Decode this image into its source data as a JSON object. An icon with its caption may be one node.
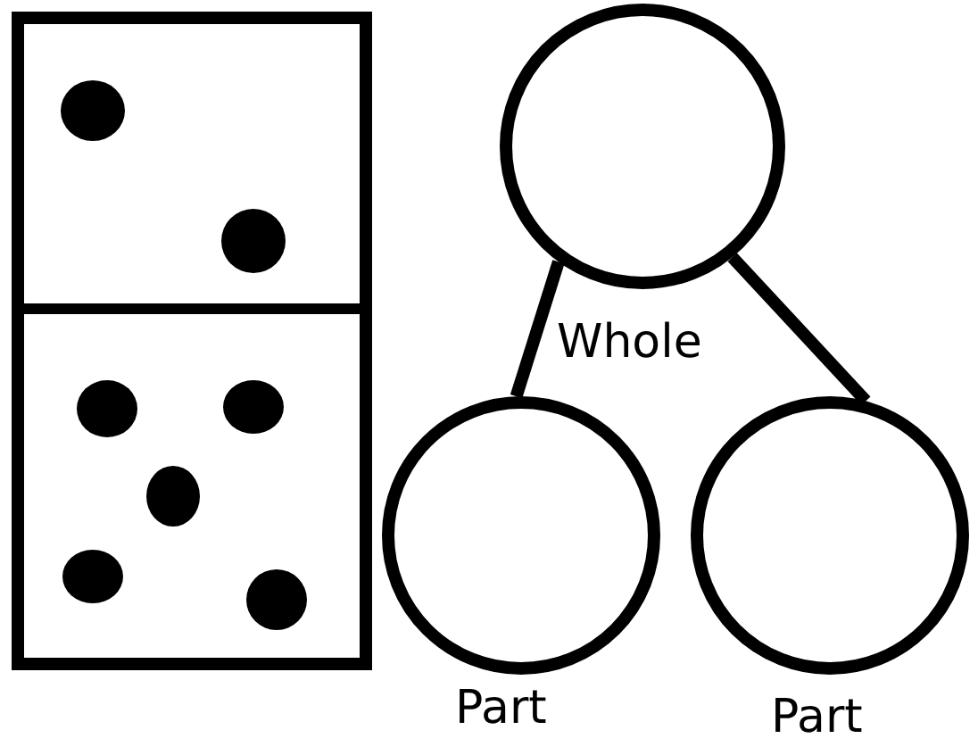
{
  "diagram": {
    "nodes": [
      {
        "text": [],
        "shape": "circle",
        "beside": [
          "Whole"
        ]
      },
      {
        "text": [],
        "shape": "circle",
        "beside": [
          "Part"
        ]
      },
      {
        "text": [],
        "shape": "circle",
        "beside": [
          "Part"
        ]
      }
    ],
    "edges": [
      {
        "from": 0,
        "to": 1,
        "arrow": "none"
      },
      {
        "from": 0,
        "to": 2,
        "arrow": "none"
      }
    ]
  }
}
